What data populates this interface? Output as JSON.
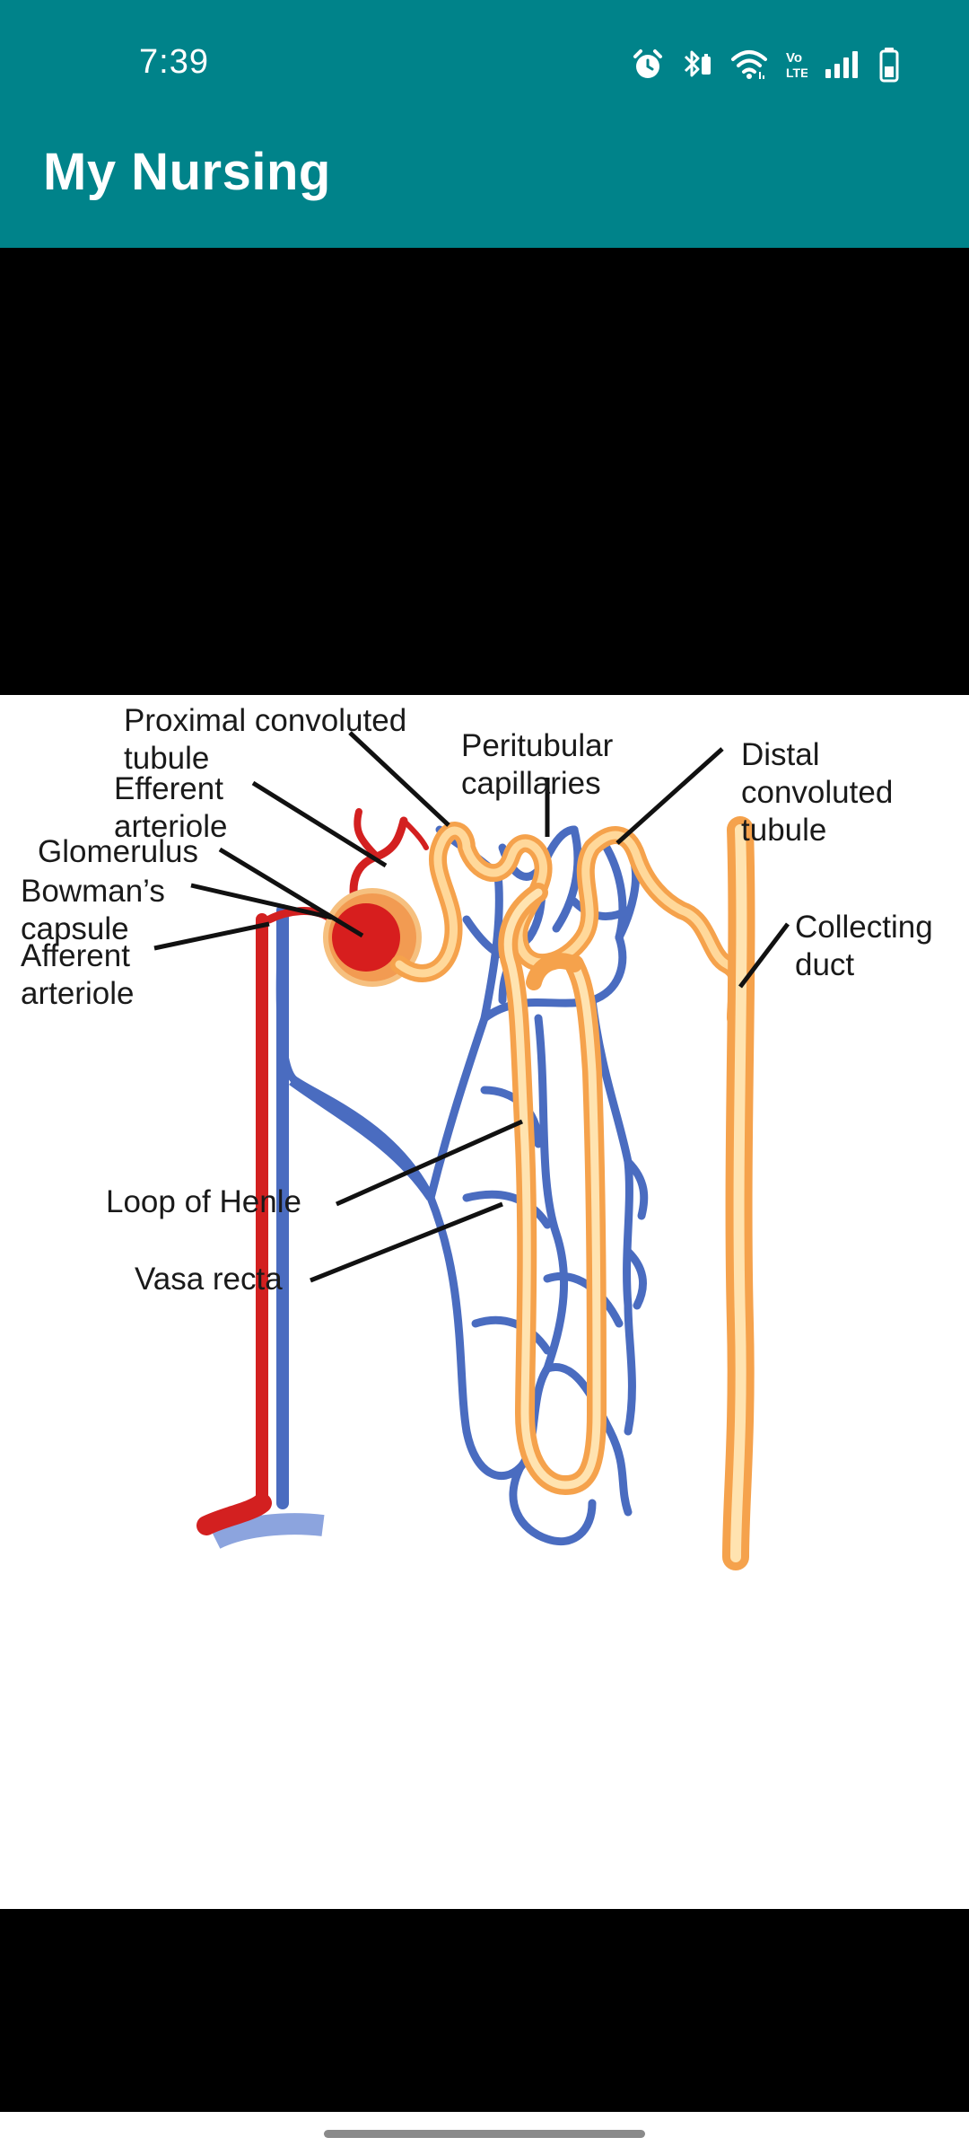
{
  "status_bar": {
    "time": "7:39",
    "icons": [
      "alarm-icon",
      "bluetooth-battery-icon",
      "wifi-icon",
      "volte-icon",
      "signal-icon",
      "battery-icon"
    ]
  },
  "app_bar": {
    "title": "My Nursing",
    "background_color": "#00838A"
  },
  "diagram": {
    "labels": {
      "proximal": "Proximal convoluted\ntubule",
      "peritubular": "Peritubular\ncapillaries",
      "distal": "Distal\nconvoluted\ntubule",
      "efferent": "Efferent\narteriole",
      "glomerulus": "Glomerulus",
      "bowman": "Bowman’s\ncapsule",
      "afferent": "Afferent\narteriole",
      "collecting": "Collecting\nduct",
      "loop": "Loop of Henle",
      "vasa": "Vasa recta"
    },
    "colors": {
      "artery": "#D32020",
      "vein": "#4A6CC0",
      "tubule": "#F7B35C",
      "tubule_highlight": "#FFE3B0"
    }
  },
  "nav_bar": {
    "handle": "gesture-handle"
  }
}
